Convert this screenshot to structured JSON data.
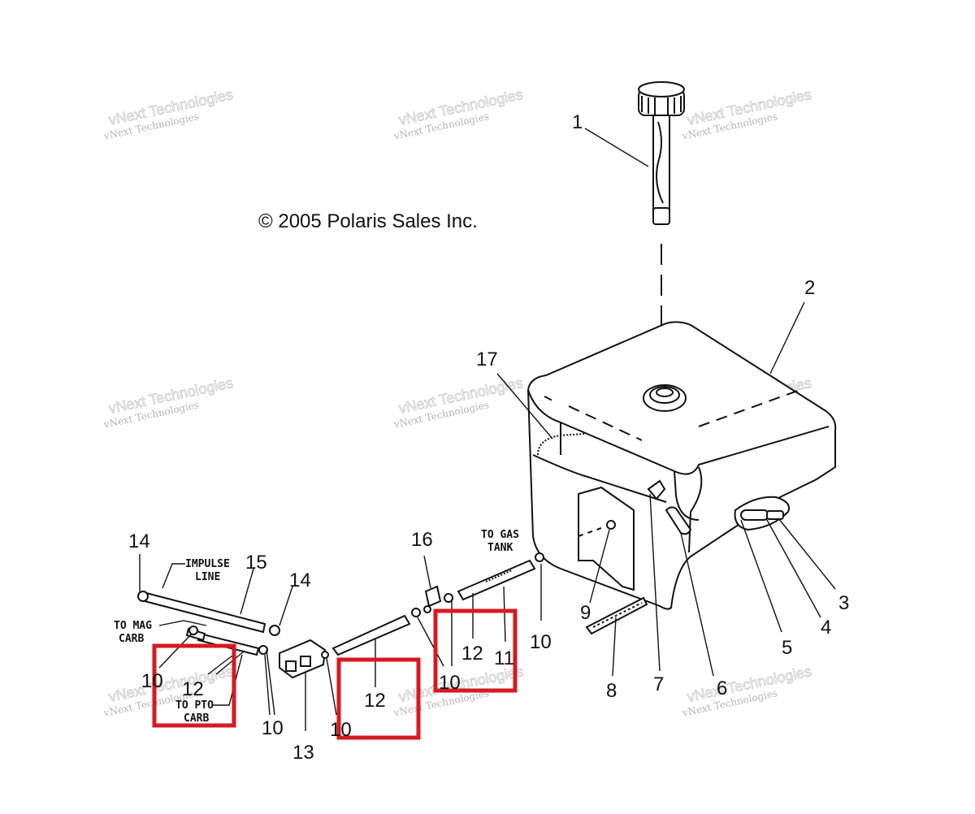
{
  "copyright": "© 2005 Polaris Sales Inc.",
  "watermark": {
    "line1": "vNext Technologies",
    "line2": "vNext Technologies"
  },
  "callouts": {
    "c1": "1",
    "c2": "2",
    "c3": "3",
    "c4": "4",
    "c5": "5",
    "c6": "6",
    "c7": "7",
    "c8": "8",
    "c9": "9",
    "c10a": "10",
    "c10b": "10",
    "c10c": "10",
    "c10d": "10",
    "c10e": "10",
    "c11": "11",
    "c12a": "12",
    "c12b": "12",
    "c12c": "12",
    "c13": "13",
    "c14a": "14",
    "c14b": "14",
    "c15": "15",
    "c16": "16",
    "c17": "17"
  },
  "labels": {
    "impulse_1": "IMPULSE",
    "impulse_2": "LINE",
    "to_mag_1": "TO MAG",
    "to_mag_2": "CARB",
    "to_pto_1": "TO PTO",
    "to_pto_2": "CARB",
    "to_gas_1": "TO GAS",
    "to_gas_2": "TANK"
  },
  "colors": {
    "highlight": "#d71920",
    "line": "#111111",
    "watermark": "#b5b5b5"
  }
}
